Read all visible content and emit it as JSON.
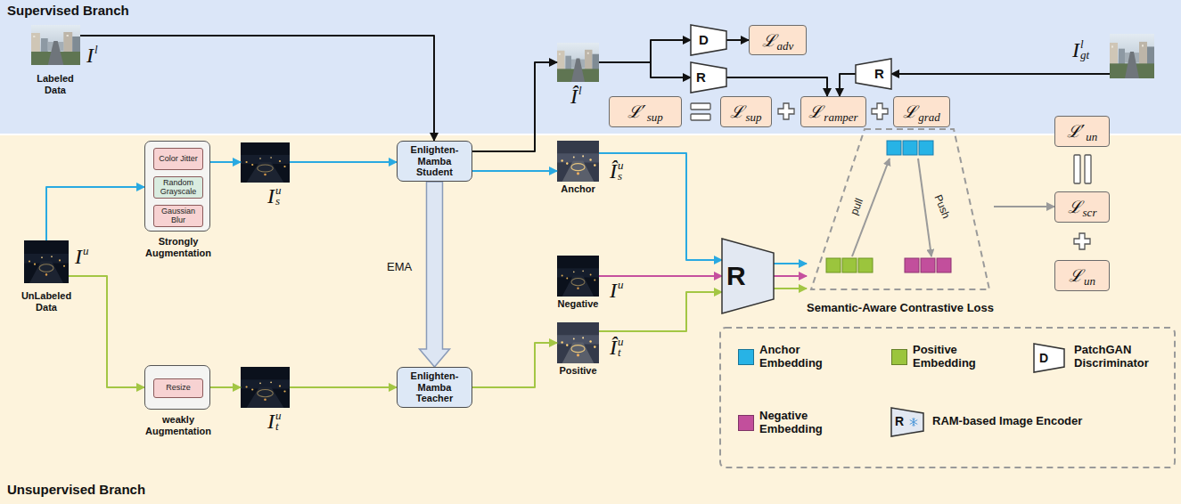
{
  "diagram": {
    "nodes": [
      {
        "text": [
          "Supervised Branch"
        ]
      },
      {
        "text": [
          "I",
          "l",
          "Labeled Data"
        ],
        "in": 0
      },
      {
        "text": [
          "Î",
          "l"
        ],
        "in": 0
      },
      {
        "text": [
          "D"
        ],
        "in": 0
      },
      {
        "text": [
          "ℒ",
          "adv"
        ],
        "in": 0
      },
      {
        "text": [
          "R"
        ],
        "in": 0
      },
      {
        "text": [
          "R"
        ],
        "in": 0
      },
      {
        "text": [
          "I",
          "l",
          "gt"
        ],
        "in": 0
      },
      {
        "text": [
          "ℒ′",
          "sup"
        ],
        "in": 0
      },
      {
        "text": [
          "ℒ",
          "sup"
        ],
        "in": 0
      },
      {
        "text": [
          "ℒ",
          "ramper"
        ],
        "in": 0
      },
      {
        "text": [
          "ℒ",
          "grad"
        ],
        "in": 0
      },
      {
        "text": [
          "Unsupervised Branch"
        ]
      },
      {
        "text": [
          "Enlighten-Mamba Student"
        ],
        "in": 12
      },
      {
        "text": [
          "I",
          "u",
          "UnLabeled Data"
        ],
        "in": 12
      },
      {
        "text": [
          "Strongly Augmentation"
        ],
        "in": 12
      },
      {
        "text": [
          "Color Jitter"
        ],
        "in": 15
      },
      {
        "text": [
          "Random Grayscale"
        ],
        "in": 15
      },
      {
        "text": [
          "Gaussian Blur"
        ],
        "in": 15
      },
      {
        "text": [
          "I",
          "u",
          "s"
        ],
        "in": 12
      },
      {
        "text": [
          "Anchor",
          "Î",
          "u",
          "s"
        ],
        "in": 12
      },
      {
        "text": [
          "Negative",
          "I",
          "u"
        ],
        "in": 12
      },
      {
        "text": [
          "Positive",
          "Î",
          "u",
          "t"
        ],
        "in": 12
      },
      {
        "text": [
          "weakly Augmentation"
        ],
        "in": 12
      },
      {
        "text": [
          "Resize"
        ],
        "in": 23
      },
      {
        "text": [
          "I",
          "u",
          "t"
        ],
        "in": 12
      },
      {
        "text": [
          "Enlighten-Mamba Teacher"
        ],
        "in": 12
      },
      {
        "text": [
          "R"
        ],
        "in": 12
      },
      {
        "text": [
          "pull",
          "Push",
          "Semantic-Aware Contrastive Loss"
        ],
        "in": 12
      },
      {
        "text": [
          "ℒ′",
          "un"
        ],
        "in": 12
      },
      {
        "text": [
          "ℒ",
          "scr"
        ],
        "in": 12
      },
      {
        "text": [
          "ℒ",
          "un"
        ],
        "in": 12
      }
    ],
    "edges": [
      {
        "from": 1,
        "to": 13,
        "arrow": "to"
      },
      {
        "from": 13,
        "to": 2,
        "arrow": "to"
      },
      {
        "from": 2,
        "to": 3,
        "arrow": "to"
      },
      {
        "from": 2,
        "to": 5,
        "arrow": "to"
      },
      {
        "from": 3,
        "to": 4,
        "arrow": "to"
      },
      {
        "from": 5,
        "to": 10,
        "arrow": "to"
      },
      {
        "from": 7,
        "to": 6,
        "arrow": "to"
      },
      {
        "from": 6,
        "to": 10,
        "arrow": "to"
      },
      {
        "from": 14,
        "to": 15,
        "arrow": "to"
      },
      {
        "from": 14,
        "to": 23,
        "arrow": "to"
      },
      {
        "from": 15,
        "to": 19,
        "arrow": "to"
      },
      {
        "from": 19,
        "to": 13,
        "arrow": "to"
      },
      {
        "from": 13,
        "to": 20,
        "arrow": "to"
      },
      {
        "from": 13,
        "to": 26,
        "arrow": "to",
        "label": "EMA"
      },
      {
        "from": 23,
        "to": 25,
        "arrow": "to"
      },
      {
        "from": 25,
        "to": 26,
        "arrow": "to"
      },
      {
        "from": 26,
        "to": 22,
        "arrow": "to"
      },
      {
        "from": 20,
        "to": 27,
        "arrow": "to"
      },
      {
        "from": 21,
        "to": 27,
        "arrow": "to"
      },
      {
        "from": 22,
        "to": 27,
        "arrow": "to"
      },
      {
        "from": 27,
        "to": 28,
        "arrow": "to"
      },
      {
        "from": 27,
        "to": 28,
        "arrow": "to"
      },
      {
        "from": 27,
        "to": 28,
        "arrow": "to"
      },
      {
        "from": 28,
        "to": 30,
        "arrow": "to"
      }
    ],
    "labels": [
      "D",
      "R"
    ],
    "legend": [
      {
        "text": "Anchor Embedding",
        "color": "#27b3e6"
      },
      {
        "text": "Positive Embedding",
        "color": "#9bc53d"
      },
      {
        "text": "PatchGAN Discriminator"
      },
      {
        "text": "Negative Embedding",
        "color": "#c24f9c"
      },
      {
        "text": "RAM-based Image Encoder"
      }
    ]
  }
}
